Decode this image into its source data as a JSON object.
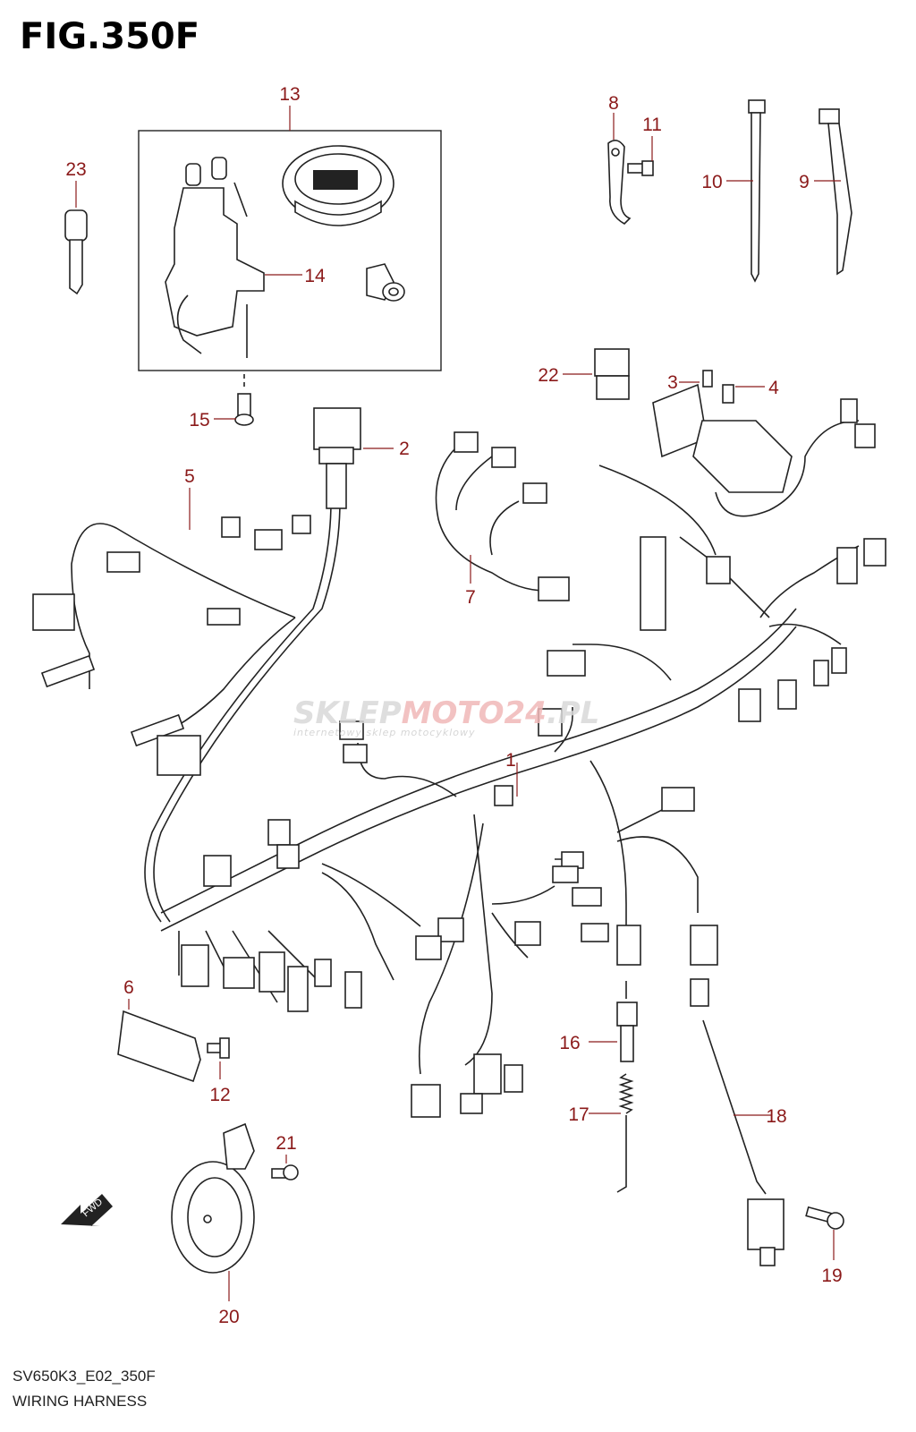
{
  "figure": {
    "title": "FIG.350F",
    "code": "SV650K3_E02_350F",
    "caption": "WIRING HARNESS"
  },
  "watermark": {
    "brand_part1": "SKLEP",
    "brand_part2": "MOTO",
    "brand_part3": "24",
    "brand_part4": ".PL",
    "tagline": "internetowy sklep motocyklowy"
  },
  "fwd_label": "FWD",
  "callouts": [
    "1",
    "2",
    "3",
    "4",
    "5",
    "6",
    "7",
    "8",
    "9",
    "10",
    "11",
    "12",
    "13",
    "14",
    "15",
    "16",
    "17",
    "18",
    "19",
    "20",
    "21",
    "22",
    "23"
  ],
  "colors": {
    "callout": "#8b1a1a",
    "line": "#222222",
    "watermark": "#d9d9d9",
    "watermark_accent": "#f0b8b8"
  }
}
